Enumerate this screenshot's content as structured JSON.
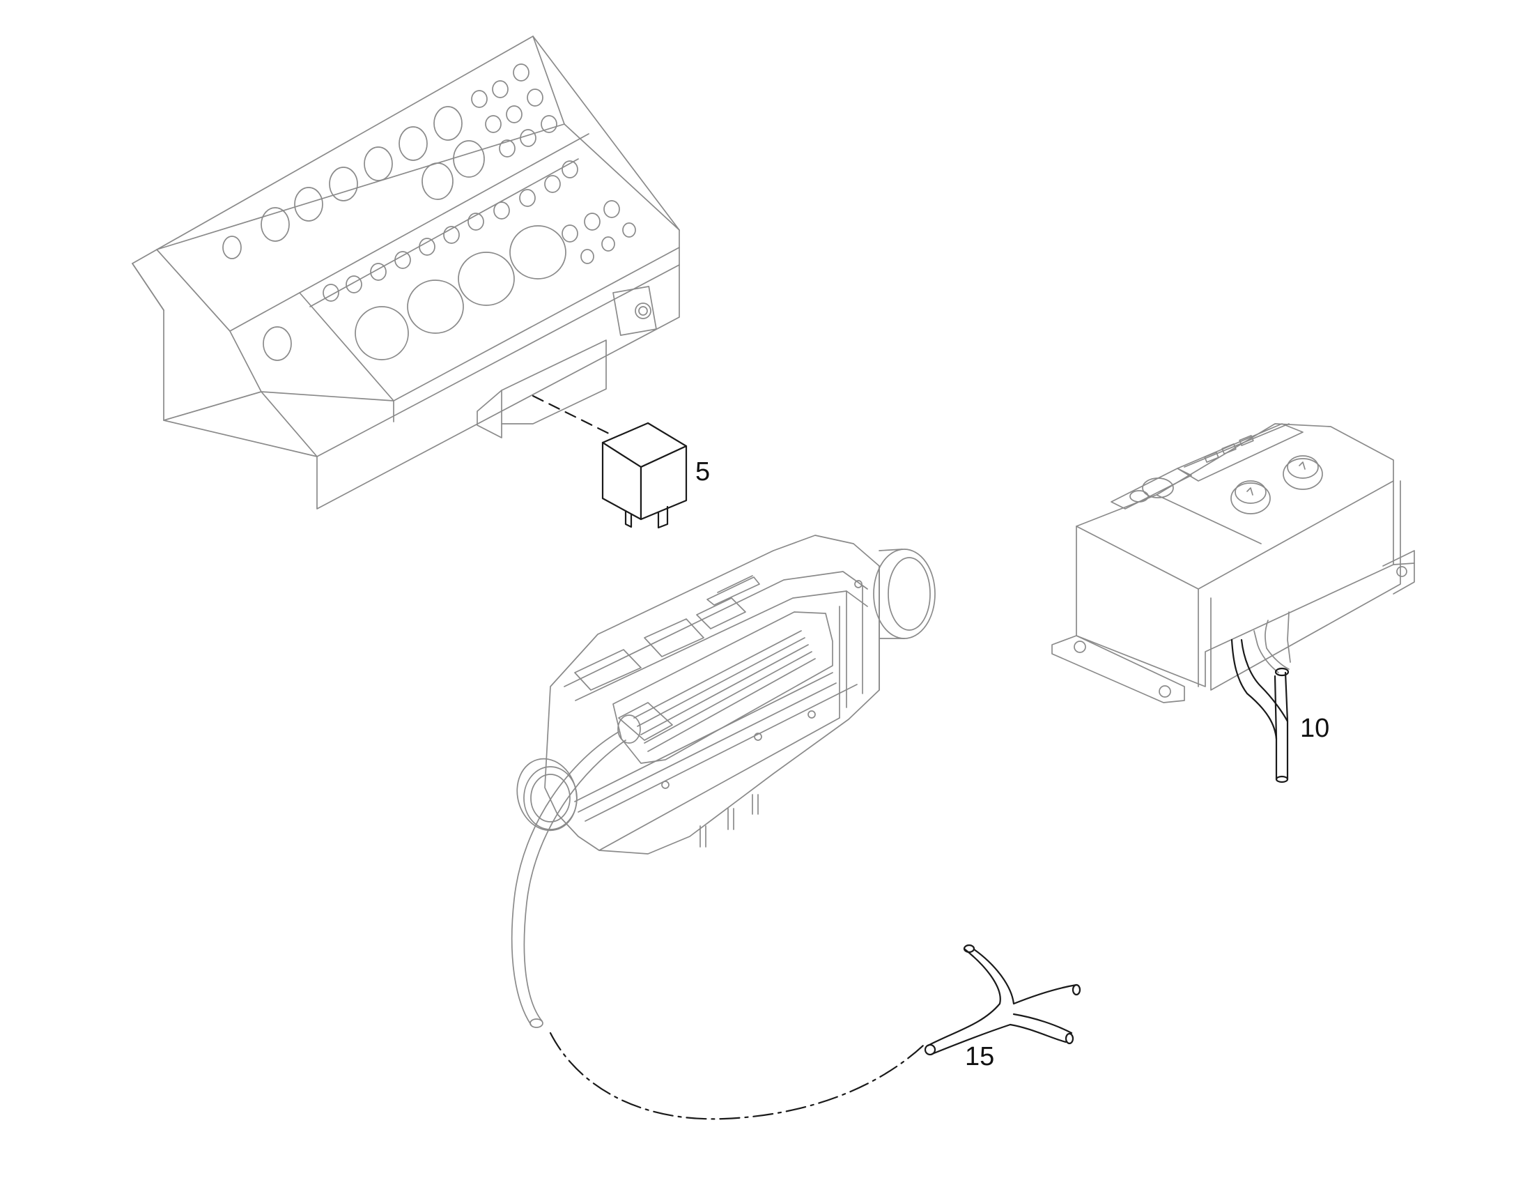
{
  "callouts": {
    "relay": "5",
    "harness_right": "10",
    "harness_bottom": "15"
  },
  "colors": {
    "outline": "#8a8a8a",
    "outline_dark": "#1a1a1a",
    "background": "#ffffff"
  }
}
